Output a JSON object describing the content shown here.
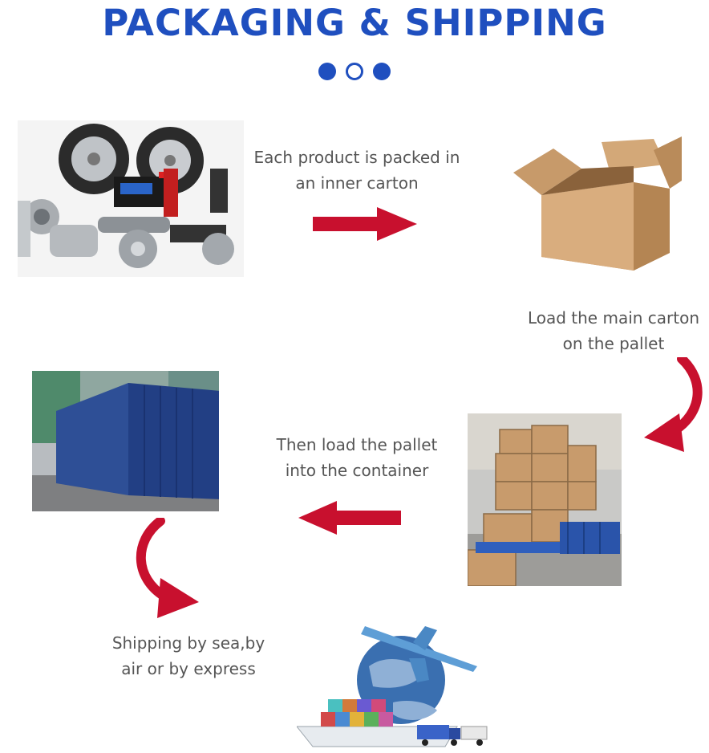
{
  "header": {
    "title": "PACKAGING & SHIPPING"
  },
  "steps": [
    {
      "caption_line1": "Each product is packed in",
      "caption_line2": "an inner carton"
    },
    {
      "caption_line1": "Load the main carton",
      "caption_line2": "on the pallet"
    },
    {
      "caption_line1": "Then load the pallet",
      "caption_line2": "into the container"
    },
    {
      "caption_line1": "Shipping by sea,by",
      "caption_line2": "air or by express"
    }
  ],
  "colors": {
    "title_blue": "#1f4fbf",
    "arrow_red": "#c8102e"
  }
}
